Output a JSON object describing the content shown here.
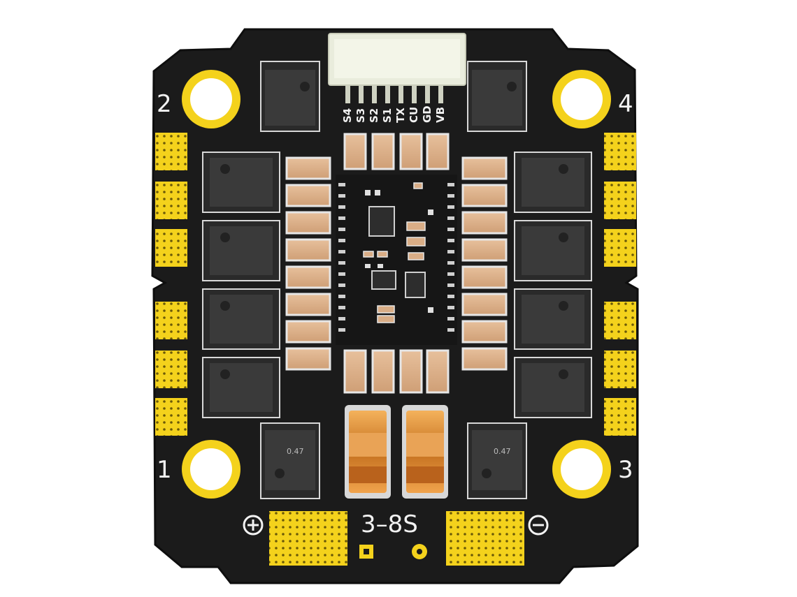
{
  "board": {
    "colors": {
      "pcb": "#1b1b1b",
      "gold": "#f4d21c",
      "chip": "#3a3a3a",
      "cap": "#d9ad86",
      "silkscreen": "#f2f2f2",
      "connector": "#e9ecdc",
      "inductor": "#c97c2e"
    },
    "connector_pins": [
      "S4",
      "S3",
      "S2",
      "S1",
      "TX",
      "CU",
      "GD",
      "VB"
    ],
    "corner_labels": {
      "top_left": "2",
      "top_right": "4",
      "bottom_left": "1",
      "bottom_right": "3"
    },
    "voltage_label": "3–8S",
    "polarity": {
      "positive_icon": "plus-circle-icon",
      "negative_icon": "minus-circle-icon"
    },
    "chip_marking": "0.47"
  }
}
